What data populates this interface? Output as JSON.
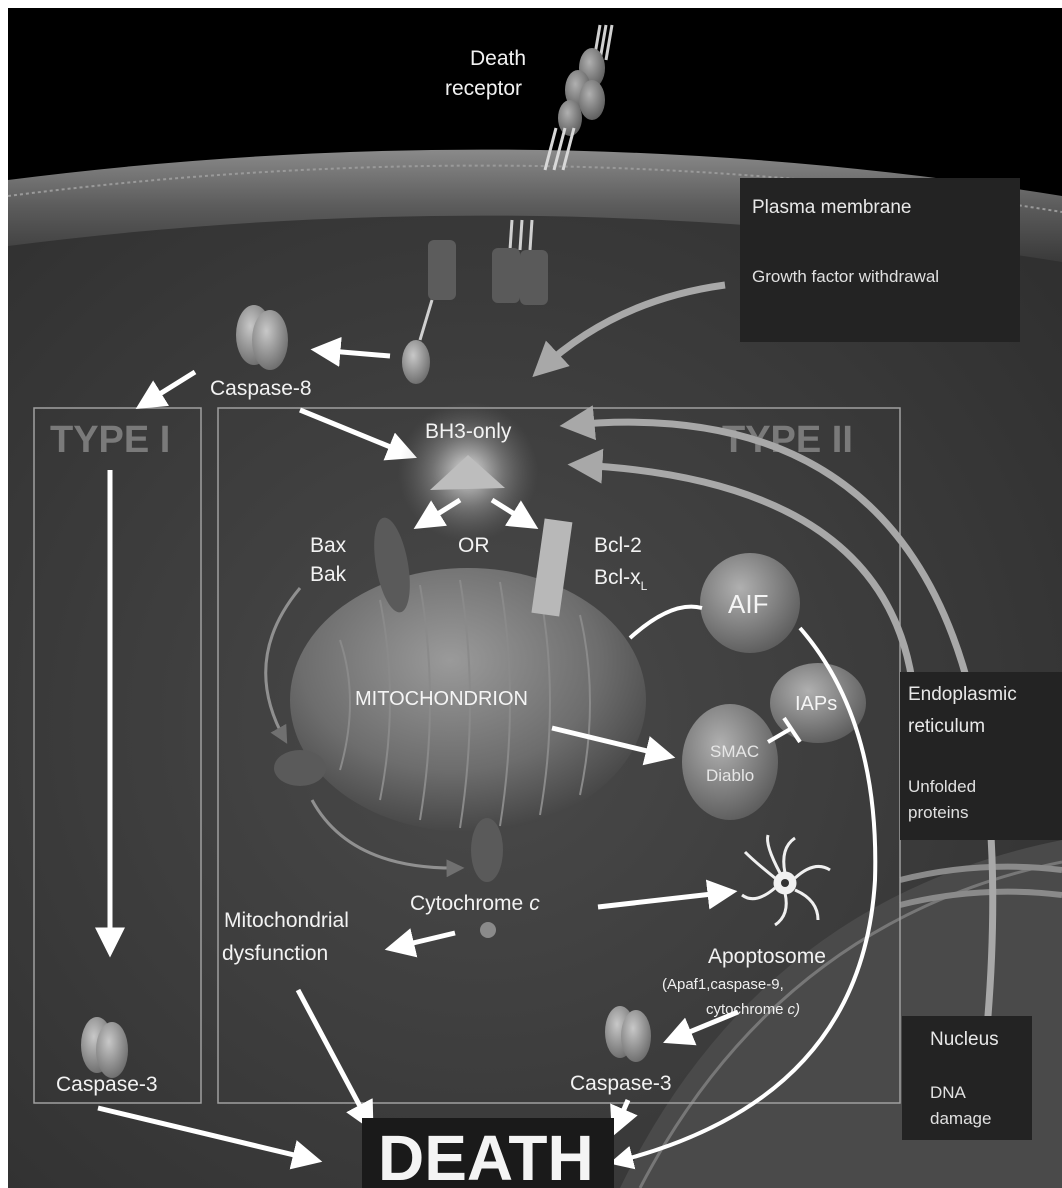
{
  "labels": {
    "death_receptor_1": "Death",
    "death_receptor_2": "receptor",
    "plasma_membrane": "Plasma membrane",
    "growth_factor": "Growth factor withdrawal",
    "caspase8": "Caspase-8",
    "type1": "TYPE I",
    "type2": "TYPE II",
    "bh3": "BH3-only",
    "or": "OR",
    "bax": "Bax",
    "bak": "Bak",
    "bcl2": "Bcl-2",
    "bclxl_main": "Bcl-x",
    "bclxl_sub": "L",
    "aif": "AIF",
    "iaps": "IAPs",
    "smac_1": "SMAC",
    "smac_2": "Diablo",
    "mitochondrion": "MITOCHONDRION",
    "er_1": "Endoplasmic",
    "er_2": "reticulum",
    "unfolded_1": "Unfolded",
    "unfolded_2": "proteins",
    "cytochrome": "Cytochrome",
    "cytochrome_c": "c",
    "mito_dys_1": "Mitochondrial",
    "mito_dys_2": "dysfunction",
    "apoptosome": "Apoptosome",
    "apoptosome_sub1": "(Apaf1,caspase-9,",
    "apoptosome_sub2": "cytochrome",
    "apoptosome_sub2_c": "c)",
    "caspase3_left": "Caspase-3",
    "caspase3_right": "Caspase-3",
    "nucleus": "Nucleus",
    "dna_1": "DNA",
    "dna_2": "damage",
    "death": "DEATH"
  },
  "colors": {
    "background_outer": "#000000",
    "cell_interior": "#3d3d3d",
    "membrane": "#6e6e6e",
    "arrow": "#ffffff",
    "gray_arrow": "#a8a8a8",
    "panel": "#262626"
  }
}
